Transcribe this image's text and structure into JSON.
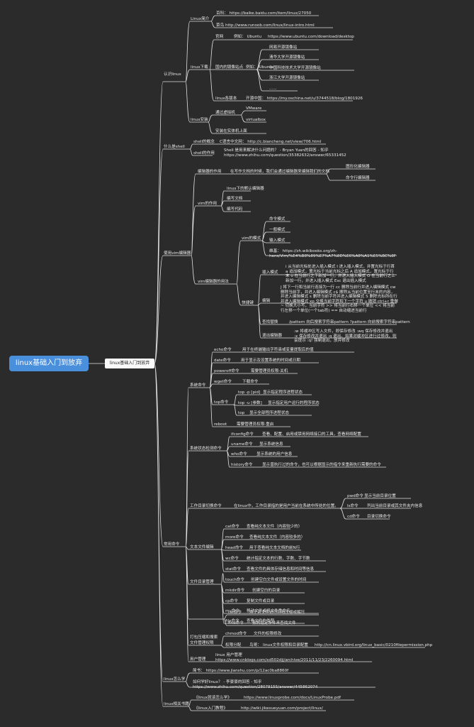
{
  "root": "linux基础入门到放弃",
  "sub": "linux基础入门到放弃",
  "s1": {
    "label": "认识linux",
    "intro": {
      "label": "Linux简介",
      "baike": "百科： https://baike.baidu.com/item/linux/27050",
      "runoob": "菜鸟 http://www.runoob.com/linux/linux-intro.html"
    },
    "dl": {
      "label": "linux下载",
      "official": "官网",
      "eg1": "例如： Ubuntu",
      "ubuntu_url": "https://www.ubuntu.com/download/desktop",
      "mirror": "国内的镜像站点",
      "eg2": "例如： Ubuntu",
      "m1": "网易开源镜像站",
      "m2": "清华大学开源镜像站",
      "m3": "中国科技技术大学开源镜像站",
      "m4": "浙江大学开源镜像站",
      "m5": "......",
      "ver": "linux各版本",
      "osc": "开源中国： https://my.oschina.net/u/3744518/blog/1801926"
    },
    "install": {
      "label": "linux安装",
      "vm": "通过虚拟机",
      "vmware": "VMware",
      "vbox": "virtualbox",
      "real": "安装在实体机上面"
    }
  },
  "s2": {
    "label": "什么是shell",
    "concept": "shell的概念",
    "concept_val": "C语言中文网： http://c.biancheng.net/view/706.html",
    "role": "shell的作用",
    "role_val": "Shell 是用来解决什么问题的？ - Bryan Yuan的回答 - 知乎 https://www.zhihu.com/question/35382632/answer/65331452"
  },
  "s3": {
    "label": "使用vim编辑器",
    "editor": "编辑器的作用",
    "editor_val": "在写作文档的时候，我们会通过编辑器来编辑我们的文档",
    "gui": "图形化编辑器",
    "cli": "命令行编辑器",
    "vimrole": "vim的作用",
    "v1": "linux下的默认编辑器",
    "v2": "编写文档",
    "v3": "编写代码",
    "usage": "vim编辑器的用法",
    "modes": "vim的模式",
    "cmd": "命令模式",
    "normal": "一般模式",
    "insert": "输入模式",
    "wiki": "维基： https://zh.wikibooks.org/zh-hans/Vim/%E4%B8%89%E7%A7%8D%E6%A8%A1%E5%BC%8F",
    "keys": "快捷键",
    "ins": "插入模式",
    "ins_val": "i 从当前光标处进入插入模式 I 进入插入模式，并置光标于行首 a 追加模式，置光标于当前光标之后 A 追加模式，置光标于行末 o 在当前行之下新加一行，并进入插入模式 O 在当前行之上新加一行，并进入插入模式 Esc 退出插入模式",
    "edit": "编辑",
    "edit_val": "J 将下一行和当前行连接为一行 cc 删除当前行并进入编辑模式 cw 删除当前字，并进入编辑模式 c$ 擦除从当前位置至行末的内容，并进入编辑模式 s 删除当前字符并进入编辑模式 S 删除光标所在行并进入编辑模式 xp 交换当前字符和下一个字符 u 撤销 ctrl+r 重做 ~ 切换大小写，当前字符 >> 将当前行右移一个单位 << 将当前行左移一个单位(一个tab符) == 自动缩进当前行",
    "search": "查找替换",
    "search_val": "/pattern 向后搜索字符串pattern ?pattern 向前搜索字符串pattern",
    "exit": "退出编辑器",
    "exit_val": ":w 将缓冲区写入文件，即保存修改 :wq 保存修改并退出 :x 保存修改并退出 :q 退出，如果对缓冲区进行过修改，则会提示 :q! 强制退出，放弃修改"
  },
  "s4": {
    "label": "常用命令",
    "sys": "系统命令",
    "echo": "echo命令",
    "echo_v": "用于在终端输出字符串或变量提取后的值",
    "date": "date命令",
    "date_v": "用于显示及设置系统的时间或日期",
    "poweroff": "poweroff命令",
    "poweroff_v": "需要管理员权限-关机",
    "wget": "wget命令",
    "wget_v": "下载命令",
    "top": "top命令",
    "top1": "top -p [pid]",
    "top1_v": "显示指定程序进程状态",
    "top2": "top -u [参数]",
    "top2_v": "显示指定用户运行的程序状态",
    "top3": "top",
    "top3_v": "显示全部程序进程状态",
    "reboot": "reboot",
    "reboot_v": "需要管理员权限-重启",
    "status": "系统状态检测命令",
    "ifconfig": "ifconfig命令",
    "ifconfig_v": "查看、配置、启用或禁用网络接口的工具，查看网络配置",
    "uname": "uname命令",
    "uname_v": "显示系统信息",
    "who": "who命令",
    "who_v": "显示系统的用户信息",
    "history": "history命令",
    "history_v": "显示曾执行过的命令，也可以根据显示的指令来重新执行需要的命令",
    "workdir": "工作目录切换命令",
    "workdir_v": "在linux中，工作目录指的是用户当前在系统中所处的位置。",
    "pwd": "pwd命令",
    "pwd_v": "显示当前目录位置",
    "ls": "ls命令",
    "ls_v": "列出当前目录或其文件夹内信息",
    "cd": "cd命令",
    "cd_v": "目录切换命令",
    "text": "文本文件编辑",
    "cat": "cat命令",
    "cat_v": "查看纯文本文件（内容较少的）",
    "more": "more命令",
    "more_v": "查看纯文本文件（内容较多的）",
    "head": "head命令",
    "head_v": "用于查看纯文本文档的前N行",
    "wc": "wc命令",
    "wc_v": "统计指定文本的行数、字数、字节数",
    "stat": "stat命令",
    "stat_v": "查看文件的具体存储信息和时间等信息",
    "file": "文件目录管理",
    "touch": "touch命令",
    "touch_v": "创建空白文件或设置文件的时间",
    "mkdir": "mkdir命令",
    "mkdir_v": "创建空白的目录",
    "cp": "cp命令",
    "cp_v": "复制文件或目录",
    "mv": "mv命令",
    "mv_v": "移动文件或将文件重命名",
    "filecmd": "file命令",
    "filecmd_v": "查看文件的类型",
    "pack": "打包压缩和搜索",
    "tar": "tar命令",
    "tar_v": "用于对文件进行打包压缩或解压",
    "find": "find命令",
    "find_v": "按照指定条件来查找文件",
    "perm": "文件管理权限",
    "chmod": "chmod命令",
    "chmod_v": "文件的权限修改",
    "alloc": "权限分配",
    "niaoge": "鸟哥：",
    "niaoge_v": "linux文件权限和目录配置",
    "niaoge_url": "http://cn.linux.vbird.org/linux_basic/0210filepermission.php",
    "user": "用户管理",
    "user_v": "linux 用户管理 https://www.cnblogs.com/xd502djj/archive/2011/11/23/2260094.html"
  },
  "s5": {
    "label": "linux怎么学",
    "jianshu": "简书： https://www.jianshu.com/p/12ac0ba8860f",
    "zhihu": "如何学好linux？ - 李豪豪的回答 - 知乎 https://www.zhihu.com/question/28079155/answer/445862074"
  },
  "s6": {
    "label": "linux相关书籍",
    "b1": "《linux就该怎么学》",
    "b1_url": "https://www.linuxprobe.com/docs/LinuxProbe.pdf",
    "b2": "《linux入门教程》",
    "b2_url": "http://wiki.jikexueyuan.com/project/linux/"
  }
}
